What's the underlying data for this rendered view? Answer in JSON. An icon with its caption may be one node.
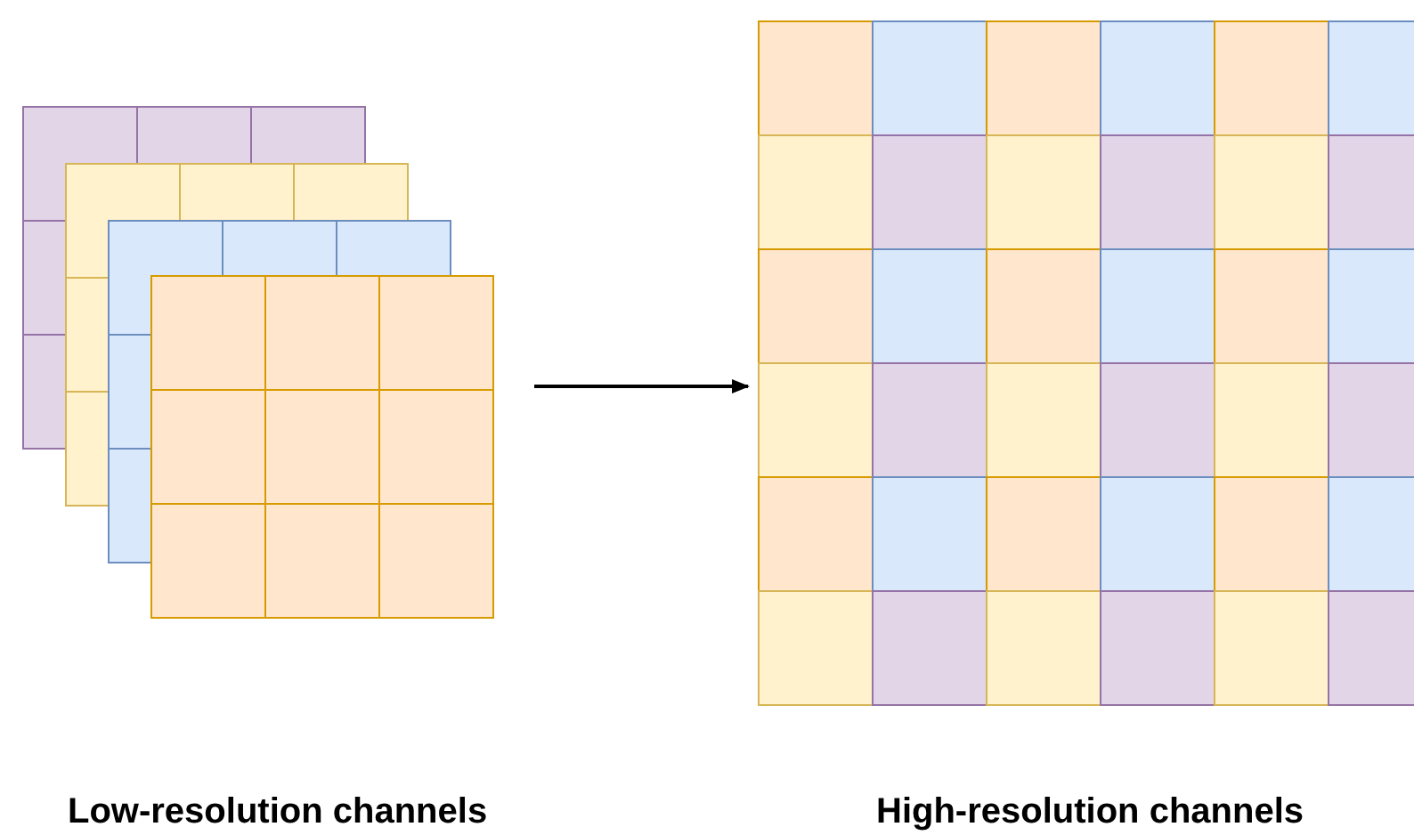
{
  "diagram": {
    "nodes": [
      {
        "text": [
          "Low-resolution channels"
        ]
      },
      {
        "text": [
          "High-resolution channels"
        ]
      }
    ],
    "edges": [
      {
        "from": 0,
        "to": 1,
        "arrow": "to"
      }
    ]
  }
}
